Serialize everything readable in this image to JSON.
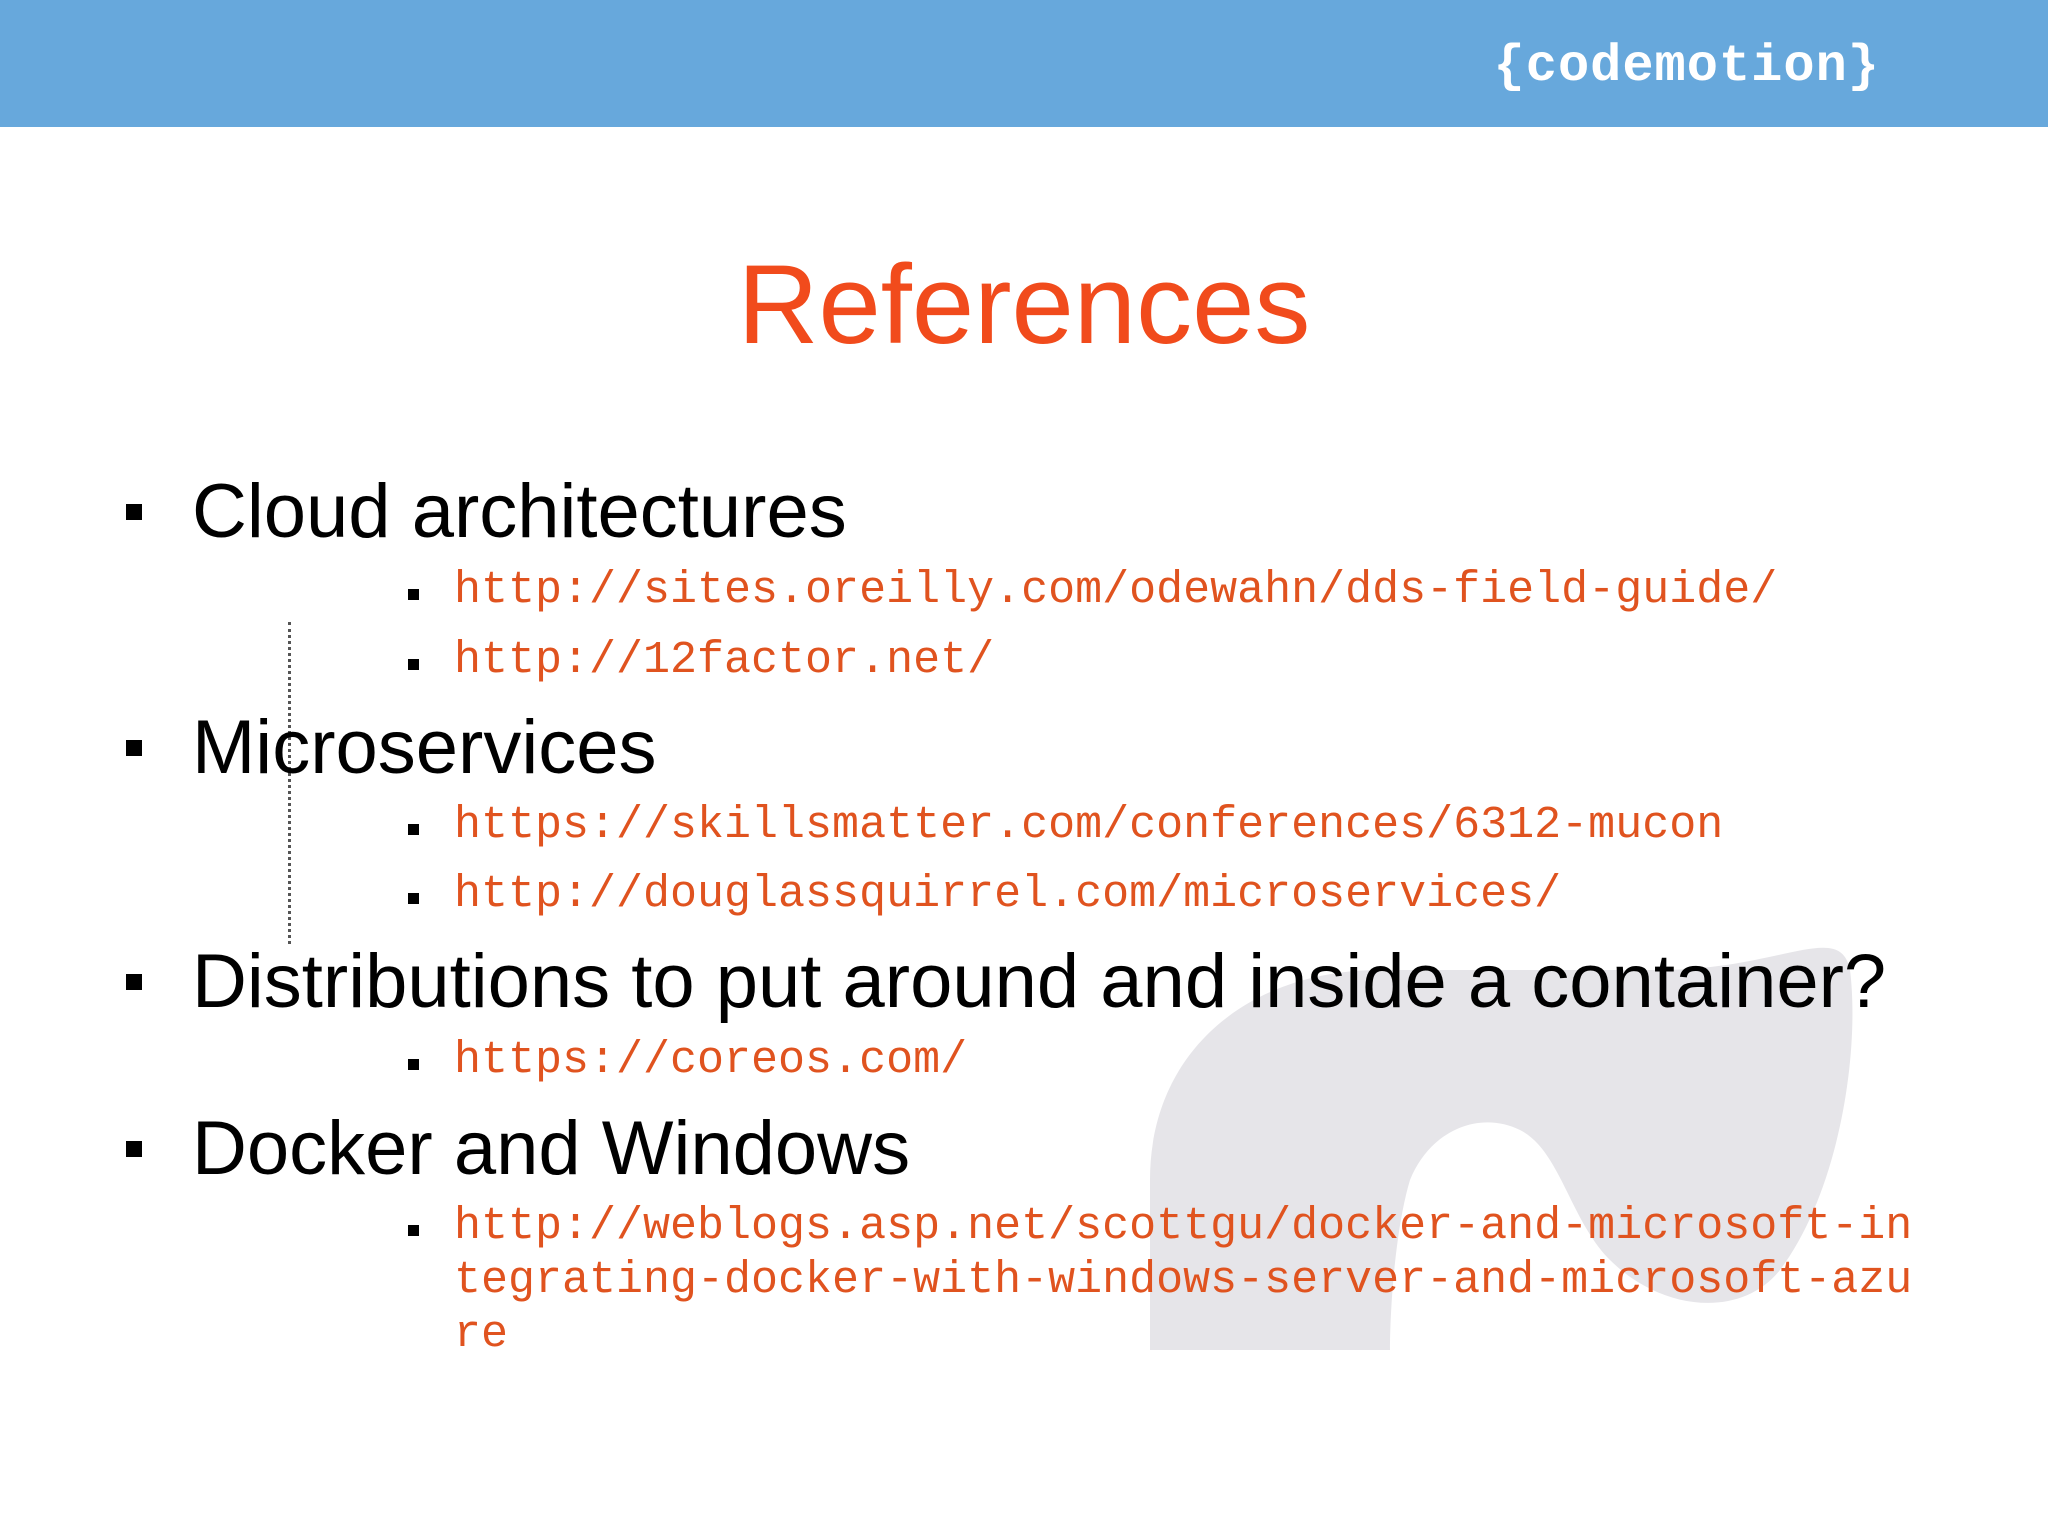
{
  "header": {
    "logo_text": "{codemotion}",
    "bar_color": "#67a8dc"
  },
  "title": "References",
  "colors": {
    "title": "#f14b1c",
    "link": "#e0531f",
    "text": "#000000"
  },
  "sections": [
    {
      "heading": "Cloud architectures",
      "links": [
        "http://sites.oreilly.com/odewahn/dds-field-guide/",
        "http://12factor.net/"
      ]
    },
    {
      "heading": "Microservices",
      "links": [
        "https://skillsmatter.com/conferences/6312-mucon",
        "http://douglassquirrel.com/microservices/"
      ]
    },
    {
      "heading": "Distributions to put around and inside a container?",
      "links": [
        "https://coreos.com/"
      ]
    },
    {
      "heading": "Docker and Windows",
      "links": [
        "http://weblogs.asp.net/scottgu/docker-and-microsoft-integrating-docker-with-windows-server-and-microsoft-azure"
      ]
    }
  ]
}
